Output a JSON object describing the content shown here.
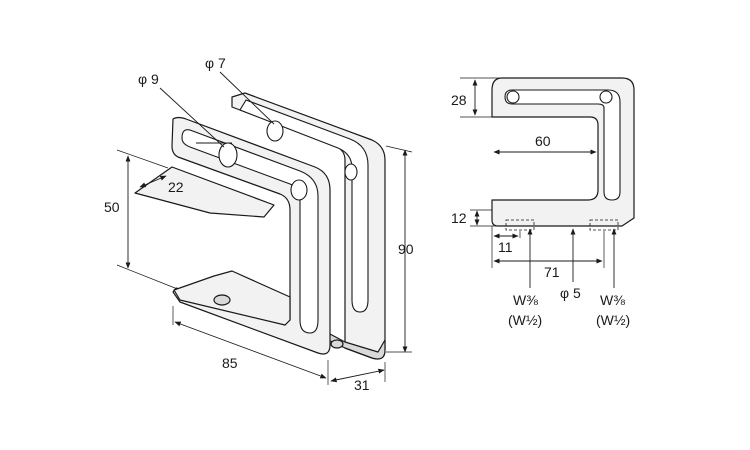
{
  "perspective_view": {
    "dim_hole_large": "φ 9",
    "dim_hole_small": "φ 7",
    "dim_arm_width": "22",
    "dim_arm_height": "50",
    "dim_total_height": "90",
    "dim_width": "85",
    "dim_depth": "31"
  },
  "side_view": {
    "dim_top": "28",
    "dim_slot_length": "60",
    "dim_bottom": "12",
    "dim_offset": "11",
    "dim_hole_spacing": "71",
    "dim_center_hole": "φ 5",
    "thread_left": "W⅜",
    "thread_left_alt": "(W½)",
    "thread_right": "W⅜",
    "thread_right_alt": "(W½)"
  },
  "colors": {
    "line": "#1a1a1a",
    "face": "#f2f2f2",
    "shade": "#d9d9d9"
  }
}
